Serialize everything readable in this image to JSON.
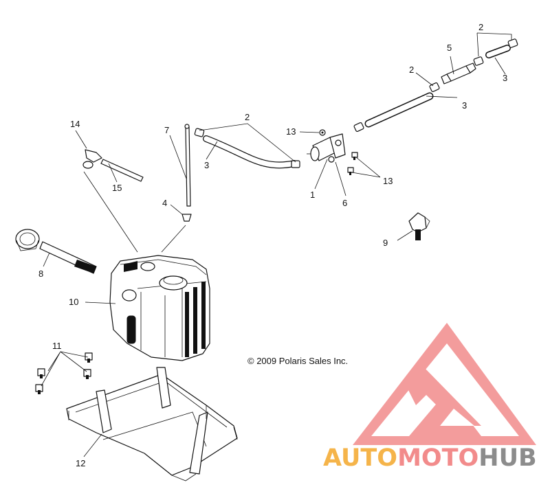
{
  "callouts": {
    "c1": "1",
    "c2a": "2",
    "c2b": "2",
    "c2c": "2",
    "c3a": "3",
    "c3b": "3",
    "c3c": "3",
    "c4": "4",
    "c5": "5",
    "c6": "6",
    "c7": "7",
    "c8": "8",
    "c9": "9",
    "c10": "10",
    "c11": "11",
    "c12": "12",
    "c13a": "13",
    "c13b": "13",
    "c14": "14",
    "c15": "15"
  },
  "copyright": "© 2009 Polaris Sales Inc.",
  "watermark": {
    "part1": "AUTO",
    "part2": "MOTO",
    "part3": "HUB",
    "colors": {
      "auto": "#f5b44a",
      "moto": "#f28b8b",
      "hub": "#8c8c8c",
      "logo": "#f28b8b"
    }
  }
}
